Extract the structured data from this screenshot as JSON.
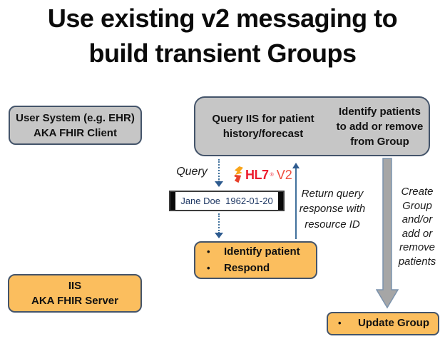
{
  "title": "Use existing v2 messaging to\nbuild transient Groups",
  "colors": {
    "gray_fill": "#C6C6C6",
    "orange_fill": "#FBBE5E",
    "box_border": "#44546A",
    "arrow_blue": "#41719C",
    "arrow_gray_fill": "#A6A6A6",
    "hl7_red": "#ED1C2E",
    "message_text_navy": "#1F3864"
  },
  "diagram": {
    "user_system_box": "User System (e.g. EHR)\nAKA FHIR Client",
    "top_box": {
      "left": "Query IIS for patient\nhistory/forecast",
      "right": "Identify patients\nto add or remove\nfrom Group"
    },
    "query_label": "Query",
    "hl7_logo": {
      "name": "HL7",
      "reg": "®",
      "version": "V2"
    },
    "message_box": "Jane Doe  1962-01-20",
    "return_label": "Return query\nresponse with\nresource ID",
    "identify_box": {
      "items": [
        "Identify patient",
        "Respond"
      ]
    },
    "create_label": "Create\nGroup\nand/or\nadd or\nremove\npatients",
    "iis_box": "IIS\nAKA FHIR Server",
    "update_box": {
      "items": [
        "Update Group"
      ]
    }
  }
}
